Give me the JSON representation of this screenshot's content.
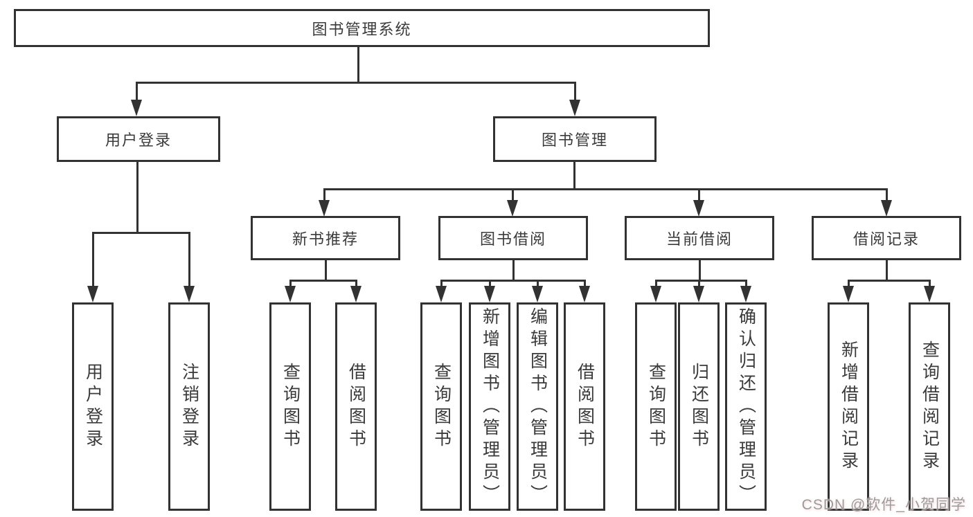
{
  "diagram": {
    "title_node": "图书管理系统",
    "nodes": {
      "user_login": "用户登录",
      "book_mgmt": "图书管理",
      "new_book": "新书推荐",
      "book_borrow": "图书借阅",
      "current_borrow": "当前借阅",
      "borrow_record": "借阅记录"
    },
    "leaves": {
      "user_login": [
        "用户登录",
        "注销登录"
      ],
      "new_book": [
        "查询图书",
        "借阅图书"
      ],
      "book_borrow": [
        "查询图书",
        "新增图书（管理员）",
        "编辑图书（管理员）",
        "借阅图书"
      ],
      "current_borrow": [
        "查询图书",
        "归还图书",
        "确认归还（管理员）"
      ],
      "borrow_record": [
        "新增借阅记录",
        "查询借阅记录"
      ]
    }
  },
  "watermark": {
    "text": "CSDN @软件_小贺同学"
  },
  "colors": {
    "line": "#323232",
    "text": "#3a3a3a",
    "background": "#ffffff",
    "watermark": "#9b9b9b"
  }
}
